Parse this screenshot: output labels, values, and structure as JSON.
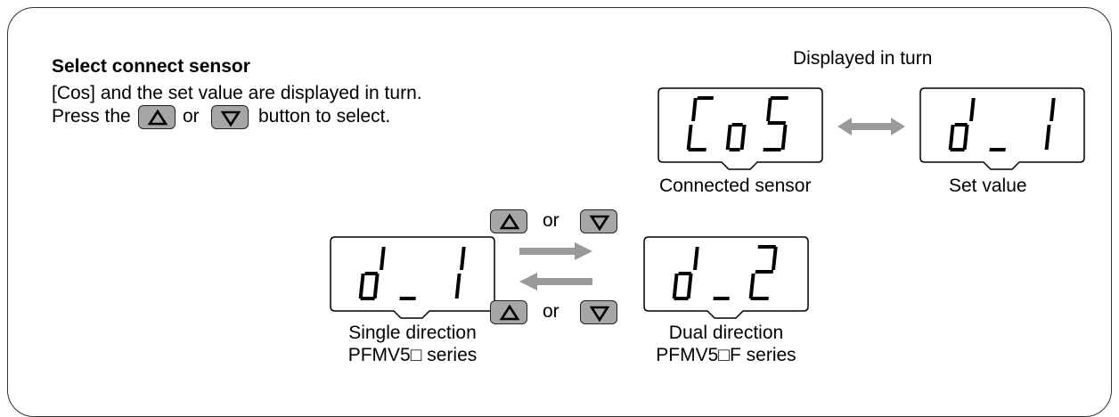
{
  "heading": "Select connect sensor",
  "line1": "[Cos] and the set value are displayed in turn.",
  "line2_pre": "Press the",
  "line2_or": "or",
  "line2_post": "button to select.",
  "displayed_in_turn": "Displayed in turn",
  "connected_sensor_label": "Connected sensor",
  "set_value_label": "Set value",
  "or_top": "or",
  "or_bottom": "or",
  "single_direction": "Single direction",
  "single_series": "PFMV5□ series",
  "dual_direction": "Dual direction",
  "dual_series": "PFMV5□F series",
  "colors": {
    "button_fill": "#a6a6a6",
    "segment": "#000000",
    "arrow_gray": "#9a9a9a"
  },
  "icons": [
    "up-triangle-icon",
    "down-triangle-icon",
    "double-arrow-icon",
    "right-arrow-icon",
    "left-arrow-icon"
  ]
}
